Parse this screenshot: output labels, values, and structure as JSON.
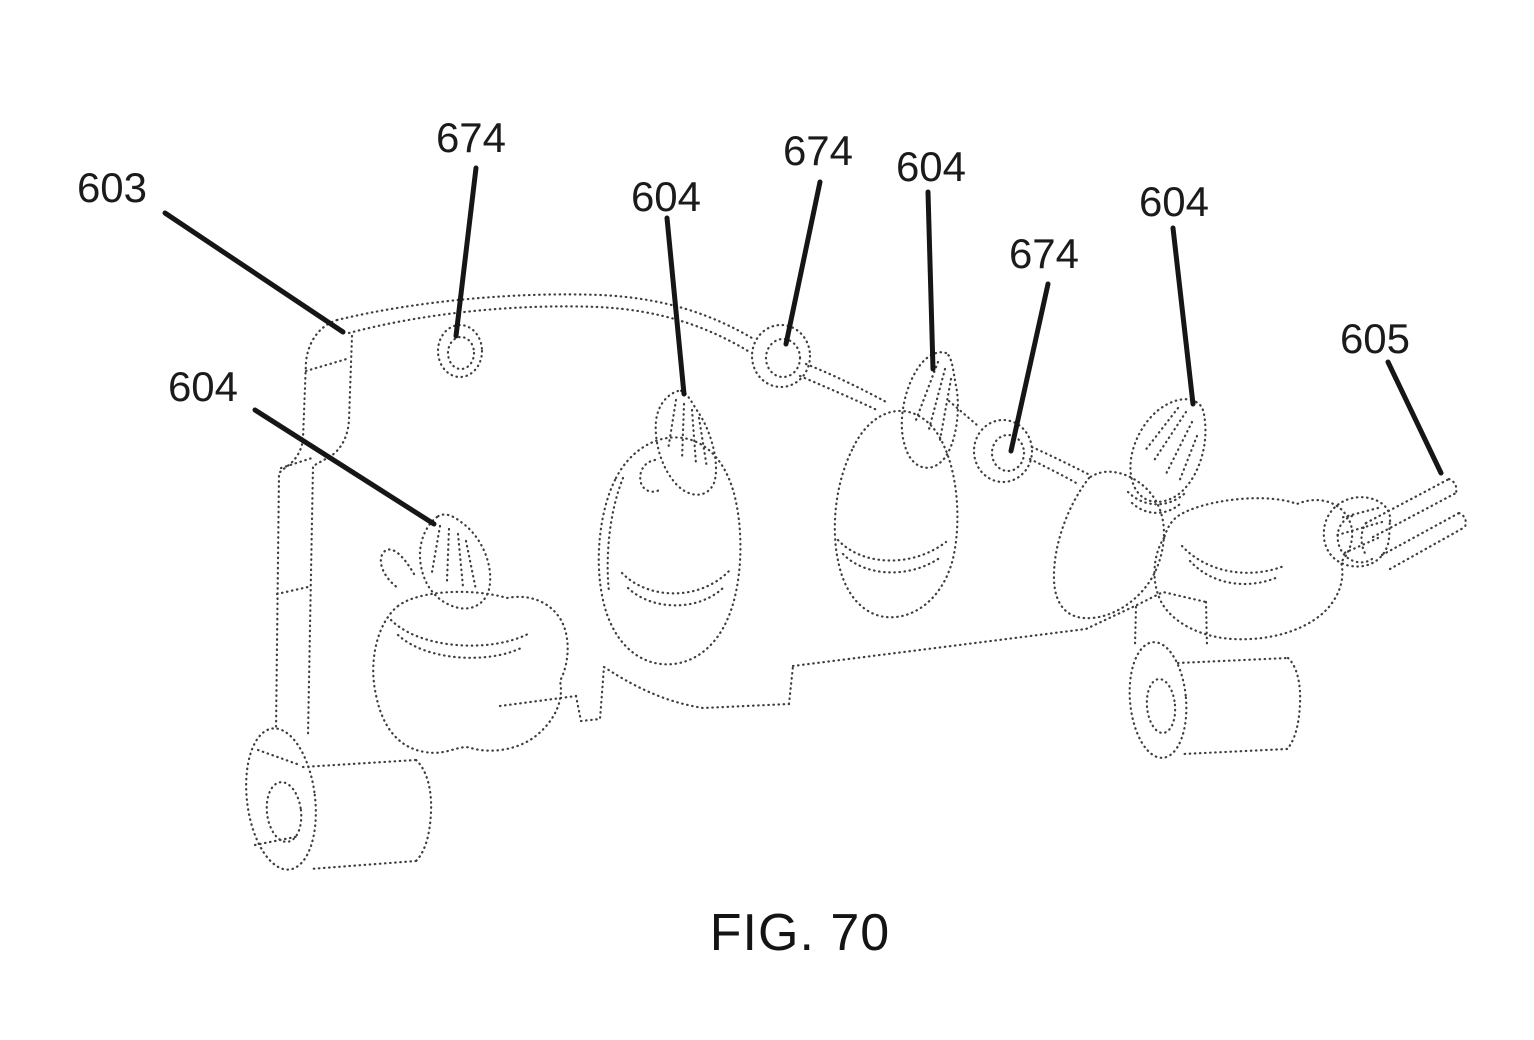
{
  "figure": {
    "caption": "FIG. 70",
    "labels": [
      {
        "id": "603",
        "text": "603"
      },
      {
        "id": "604-1",
        "text": "604"
      },
      {
        "id": "674-1",
        "text": "674"
      },
      {
        "id": "604-2",
        "text": "604"
      },
      {
        "id": "674-2",
        "text": "674"
      },
      {
        "id": "604-3",
        "text": "604"
      },
      {
        "id": "674-3",
        "text": "674"
      },
      {
        "id": "604-4",
        "text": "604"
      },
      {
        "id": "605",
        "text": "605"
      }
    ],
    "colors": {
      "background": "#ffffff",
      "phantom_line": "#3d3d3d",
      "leader_line": "#161616",
      "text": "#1b1b1b"
    }
  }
}
